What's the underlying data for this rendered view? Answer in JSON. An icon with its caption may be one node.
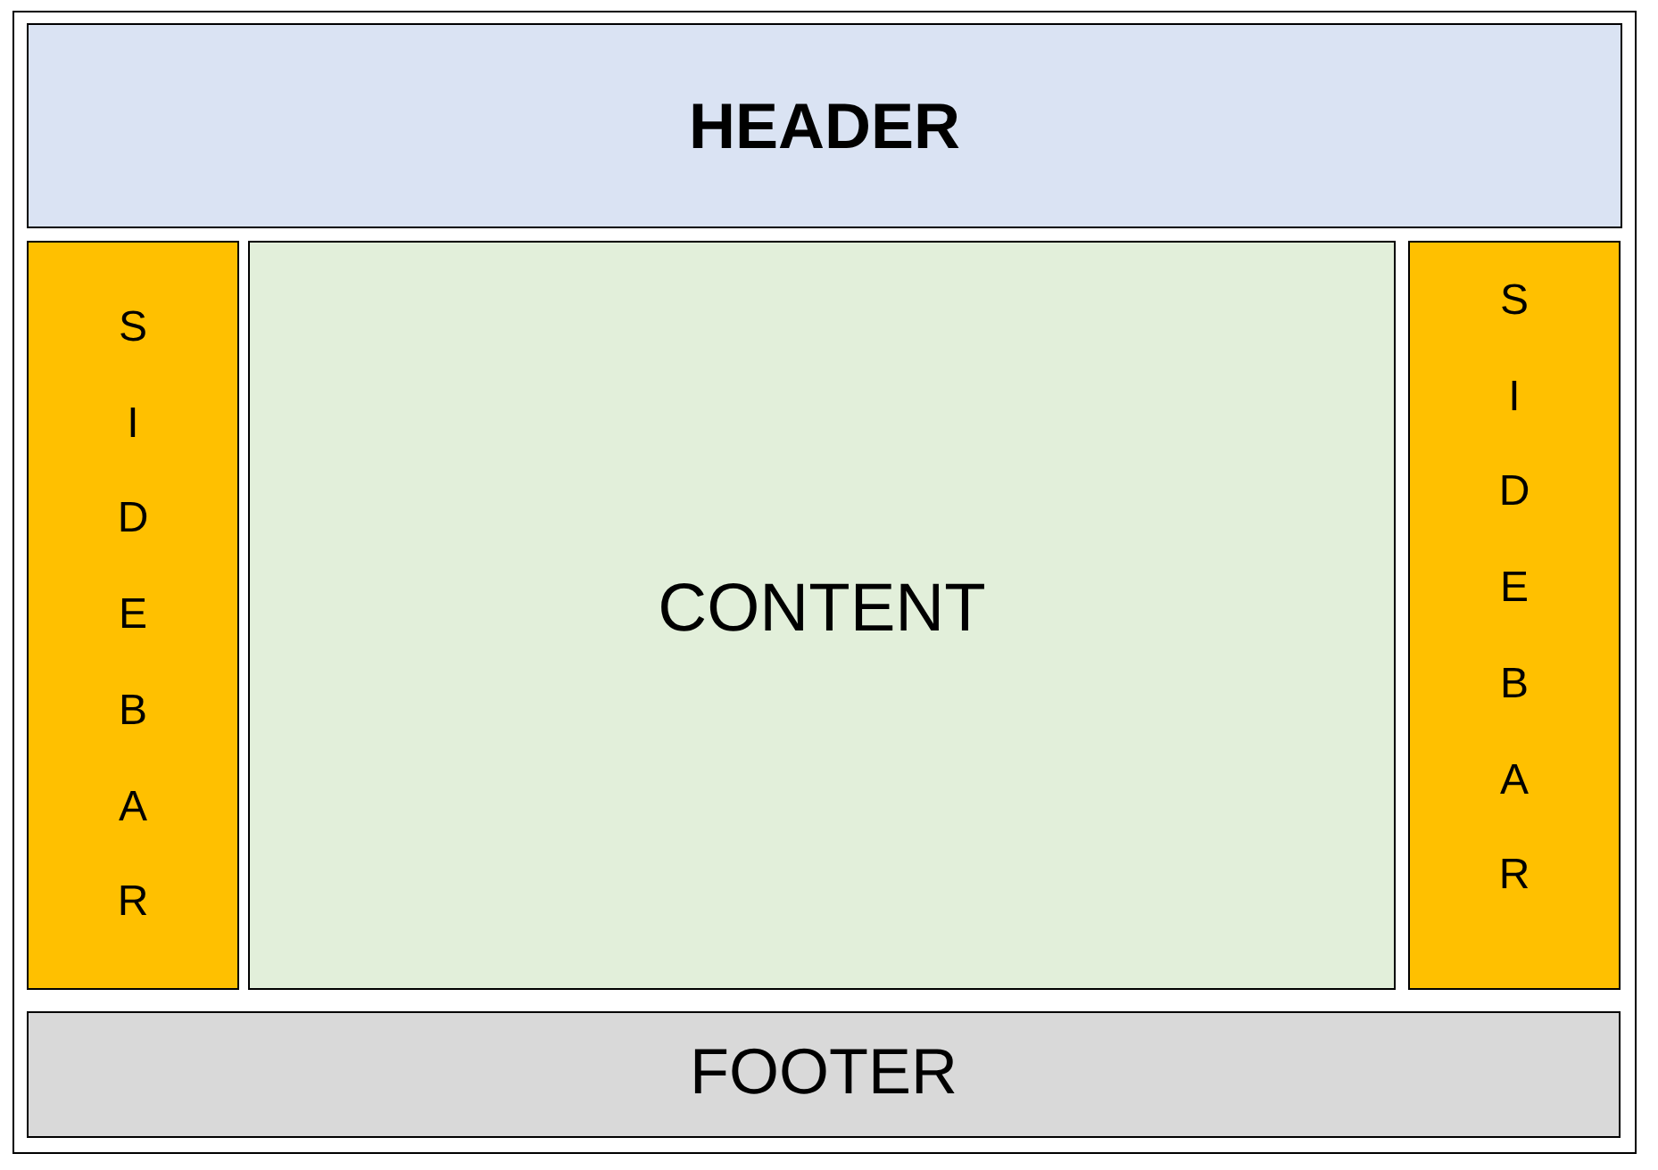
{
  "diagram": {
    "nodes": [
      {
        "text": [],
        "shape": "box"
      },
      {
        "text": [
          "HEADER"
        ],
        "in": 0
      },
      {
        "text": [
          "S I D E B A R"
        ],
        "in": 0
      },
      {
        "text": [
          "CONTENT"
        ],
        "in": 0
      },
      {
        "text": [
          "S I D E B A R"
        ],
        "in": 0
      },
      {
        "text": [
          "FOOTER"
        ],
        "in": 0
      }
    ]
  }
}
